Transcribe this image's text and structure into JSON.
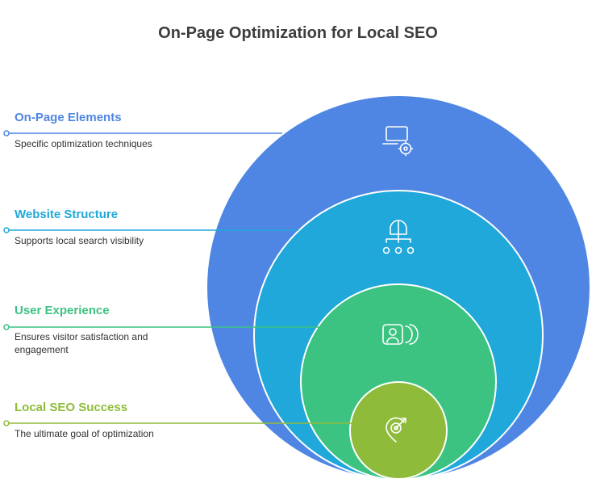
{
  "title": "On-Page Optimization for Local SEO",
  "layers": [
    {
      "title": "On-Page Elements",
      "description": "Specific optimization techniques",
      "color": "#4f86e3",
      "icon": "laptop-gear-icon"
    },
    {
      "title": "Website Structure",
      "description": "Supports local search visibility",
      "color": "#1fa8d9",
      "icon": "sitemap-icon"
    },
    {
      "title": "User Experience",
      "description": "Ensures visitor satisfaction and engagement",
      "color": "#3cc381",
      "icon": "user-profile-icon"
    },
    {
      "title": "Local SEO Success",
      "description": "The ultimate goal of optimization",
      "color": "#8fbb3a",
      "icon": "target-pin-icon"
    }
  ]
}
